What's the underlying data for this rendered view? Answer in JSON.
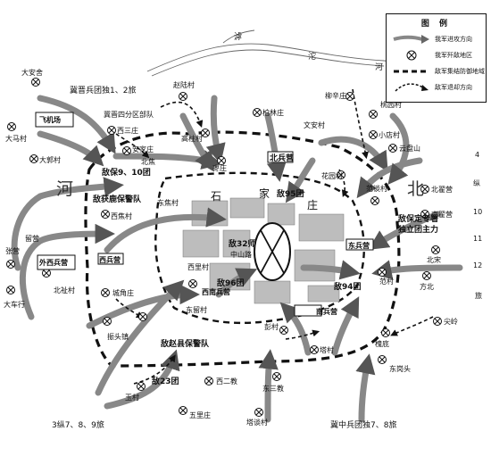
{
  "legend": {
    "title": "图 例",
    "items": [
      {
        "symbol": "arrow-icon",
        "label": "我军进攻方向"
      },
      {
        "symbol": "circle-x-icon",
        "label": "我军歼敌地区"
      },
      {
        "symbol": "dashed-line-icon",
        "label": "敌军集结防御地域"
      },
      {
        "symbol": "dashed-arrow-icon",
        "label": "敌军退却方向"
      }
    ]
  },
  "regions": {
    "he": "河",
    "bei": "北",
    "city_shi": "石",
    "city_jia": "家",
    "city_zhuang": "庄"
  },
  "rivers": {
    "hu": "滹",
    "tuo": "沱",
    "he": "河"
  },
  "center": {
    "enemy_main": "敌32师",
    "road": "中山路"
  },
  "enemy_units": {
    "bao_9_10": "敌保9、10团",
    "huolu": "敌获鹿保警队",
    "zhao": "敌赵县保警队",
    "t95": "敌95团",
    "t96": "敌96团",
    "t94": "敌94团",
    "t23": "敌23团",
    "baoding": "敌保定专署",
    "duli": "独立团主力"
  },
  "our_units": {
    "jijin": "冀晋兵团独1、2旅",
    "jizhong": "冀中兵团独7、8旅",
    "zong3": "3纵7、8、9旅",
    "zong4_a": "4",
    "zong4_b": "纵",
    "zong4_c": "10",
    "zong4_d": "11",
    "zong4_e": "12",
    "zong4_f": "旅"
  },
  "places": {
    "daanshe": "大安舍",
    "damacun": "大马村",
    "dagucun": "大郭村",
    "feijichang": "飞机场",
    "jijinsi": "冀晋四分区部队",
    "xisanzhuang": "西三庄",
    "zhaolucun": "赵陆村",
    "boshuzhuang": "柏林庄",
    "gaozhucun": "高柱村",
    "liuxincun": "柳辛庄",
    "wenshengcun": "文安村",
    "taoyuancun": "桃园村",
    "xiaodiancun": "小店村",
    "yunpanshan": "云盘山",
    "anjiazhuang": "安家庄",
    "beijiao": "北焦",
    "zaozhuang": "枣庄",
    "beibingying": "北兵营",
    "huayuancun": "花园村",
    "fanjiacun": "范谈村",
    "beizhaiying": "北翟营",
    "nanzhaiying": "南翟营",
    "dongjiaocun": "东焦村",
    "xijiaocun": "西焦村",
    "xibingying": "西兵营",
    "dongbingying": "东兵营",
    "beisong": "北宋",
    "fangbei": "方北",
    "liuying": "留营",
    "zhangying": "张营",
    "waiguobingying": "外西兵营",
    "beizhucun": "北祉村",
    "dashihang": "大车行",
    "chenggaozhuang": "城角庄",
    "xilicun": "西里村",
    "dongliucun": "东留村",
    "xinanbingying": "西南兵营",
    "nanbingying": "南兵营",
    "zhentouzhen": "振头镇",
    "pengcun": "彭村",
    "tacun": "塔村",
    "jianling": "尖岭",
    "huaidi": "槐底",
    "dongganglou": "东岗头",
    "yucun": "玉村",
    "xierjiao": "西二教",
    "dongsanjiao": "东三教",
    "wulizhuang": "五里庄",
    "tatancun": "塔谈村",
    "fancun": "范村"
  }
}
